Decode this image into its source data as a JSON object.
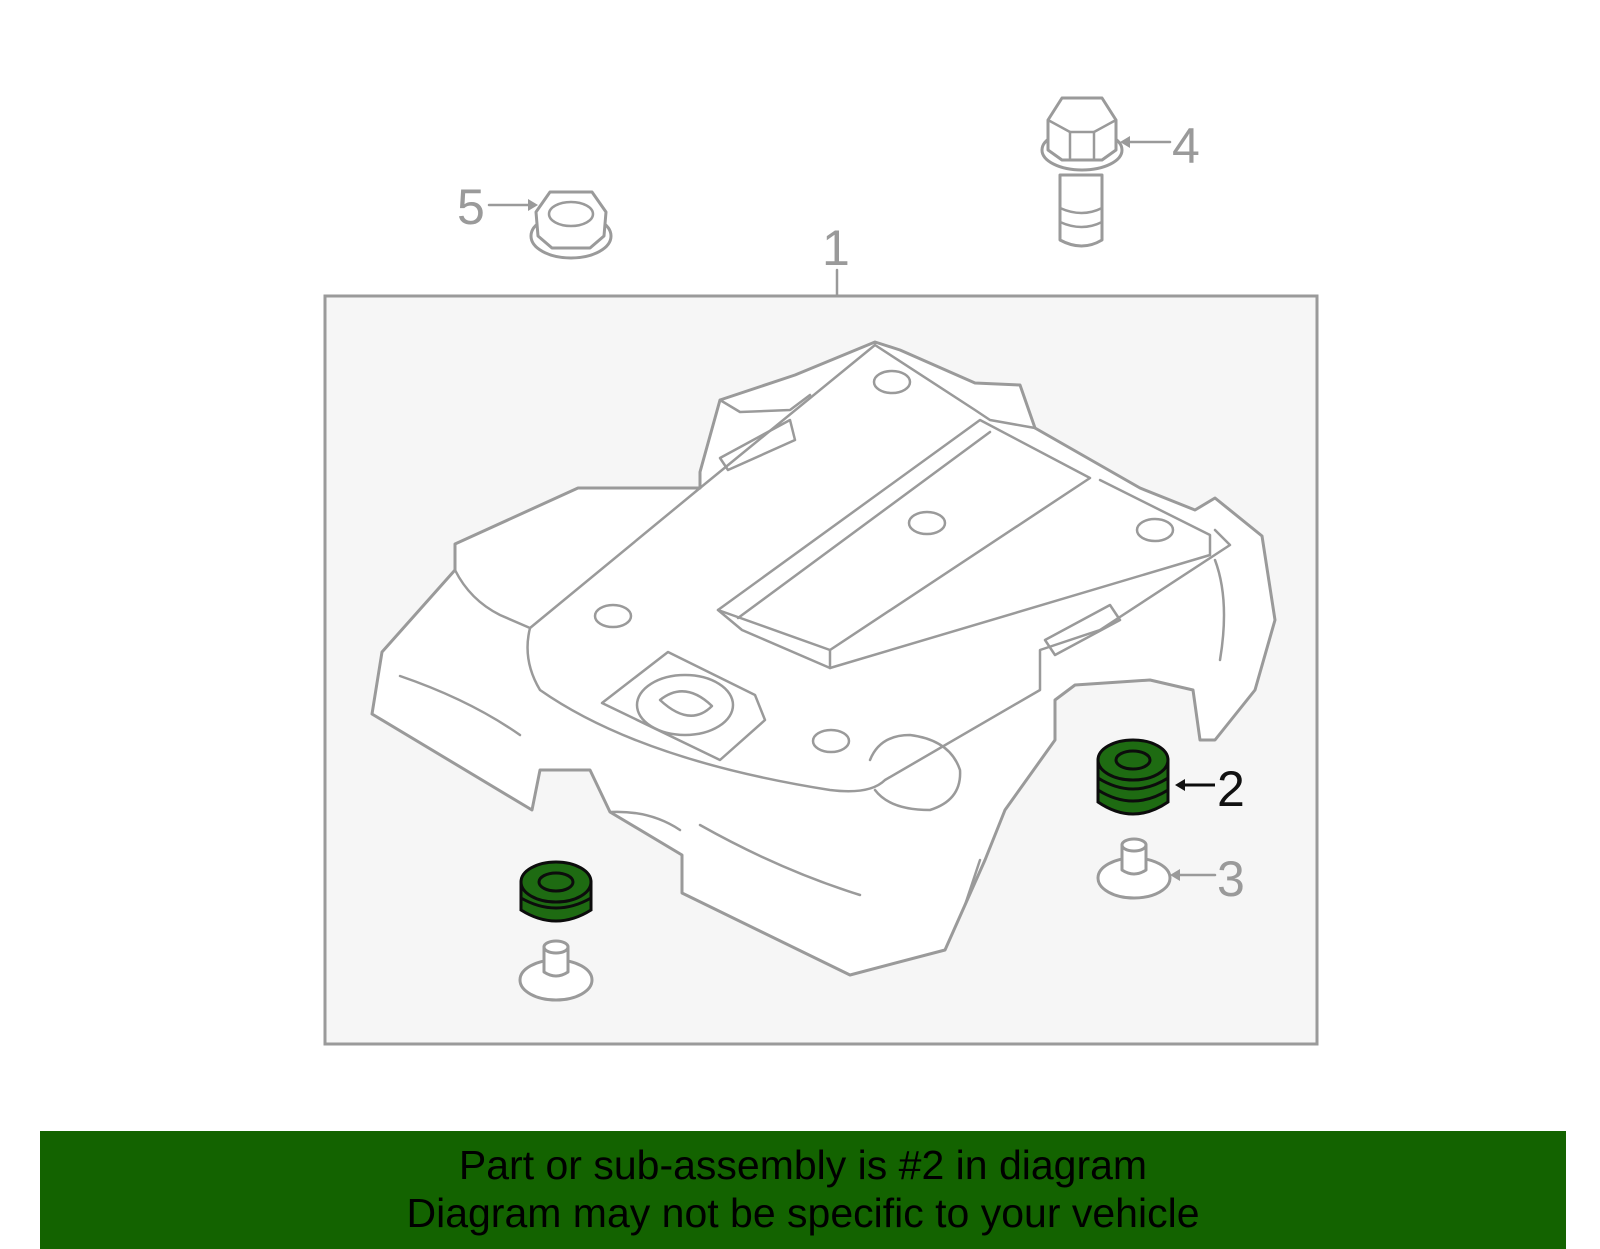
{
  "callouts": {
    "c1": "1",
    "c2": "2",
    "c3": "3",
    "c4": "4",
    "c5": "5"
  },
  "highlighted_part": "2",
  "colors": {
    "highlight": "#1e6b12",
    "banner": "#136300",
    "line": "#9a9a9a",
    "panel": "#f6f6f6"
  },
  "banner": {
    "line1": "Part or sub-assembly is #2 in diagram",
    "line2": "Diagram may not be specific to your vehicle"
  }
}
